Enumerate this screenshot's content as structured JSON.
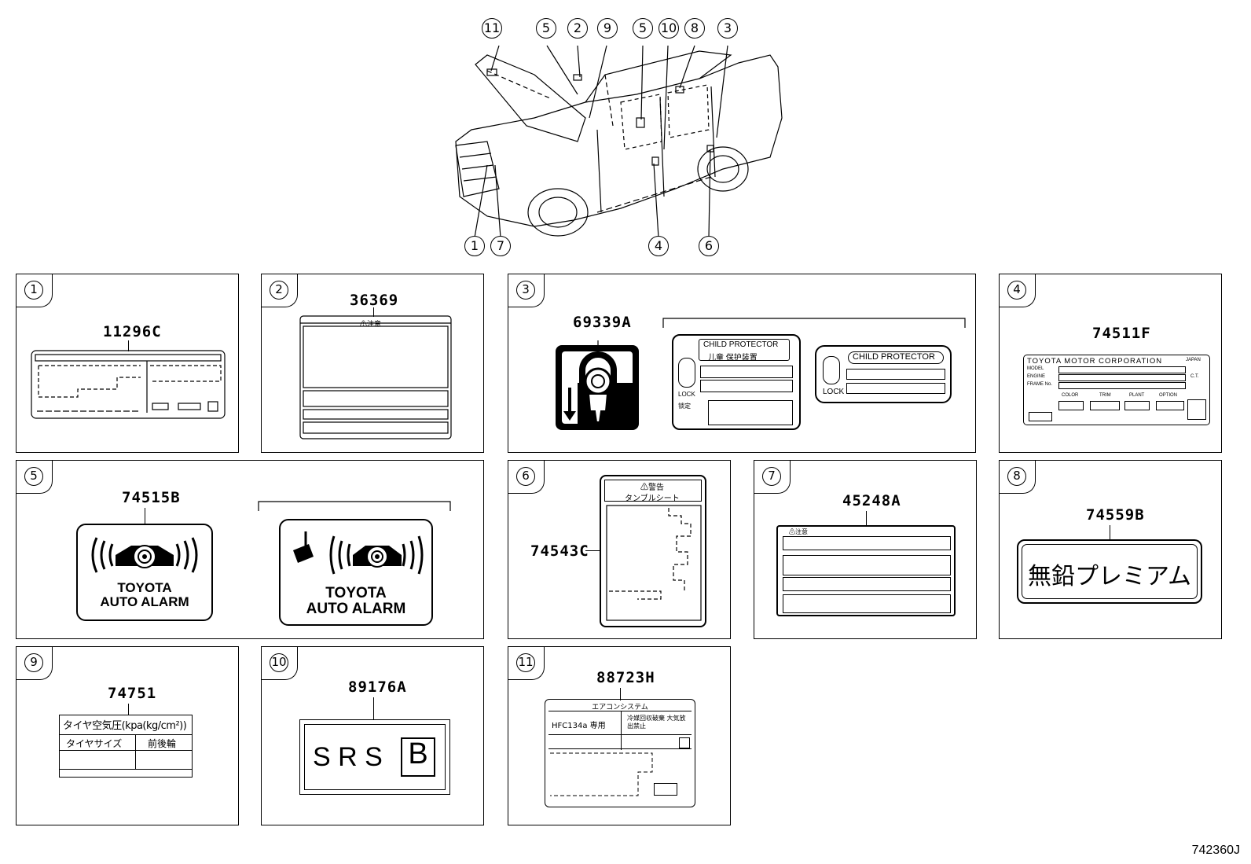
{
  "figure_id": "742360J",
  "callouts_top": [
    "11",
    "5",
    "2",
    "9",
    "5",
    "10",
    "8",
    "3"
  ],
  "callouts_bottom": [
    "1",
    "7",
    "4",
    "6"
  ],
  "panels": [
    {
      "num": "1",
      "part": "11296C"
    },
    {
      "num": "2",
      "part": "36369",
      "warning": "⚠注意"
    },
    {
      "num": "3",
      "part": "69339A",
      "label_a": "CHILD PROTECTOR",
      "label_a_jp": "儿童 保护装置",
      "lock": "LOCK",
      "lock_jp": "锁定",
      "label_b": "CHILD PROTECTOR",
      "lock_b": "LOCK"
    },
    {
      "num": "4",
      "part": "74511F",
      "maker": "TOYOTA MOTOR CORPORATION",
      "model": "MODEL",
      "engine": "ENGINE",
      "frame": "FRAME No.",
      "color": "COLOR",
      "trim": "TRIM",
      "plant": "PLANT",
      "option": "OPTION",
      "japan": "JAPAN",
      "ct": "C.T."
    },
    {
      "num": "5",
      "part": "74515B",
      "alarm_line1": "TOYOTA",
      "alarm_line2": "AUTO ALARM"
    },
    {
      "num": "6",
      "part": "74543C",
      "header_jp": "⚠警告",
      "title_jp": "タンブルシート"
    },
    {
      "num": "7",
      "part": "45248A",
      "warning": "⚠注意"
    },
    {
      "num": "8",
      "part": "74559B",
      "text": "無鉛プレミアム"
    },
    {
      "num": "9",
      "part": "74751",
      "title": "タイヤ空気圧(kpa(kg/cm²))",
      "size": "タイヤサイズ",
      "front_rear": "前後輪"
    },
    {
      "num": "10",
      "part": "89176A",
      "srs": "S R S",
      "grade": "B"
    },
    {
      "num": "11",
      "part": "88723H",
      "title": "エアコンシステム",
      "refrigerant": "HFC134a 専用",
      "caution": "冷媒回収破棄 大気放出禁止"
    }
  ]
}
